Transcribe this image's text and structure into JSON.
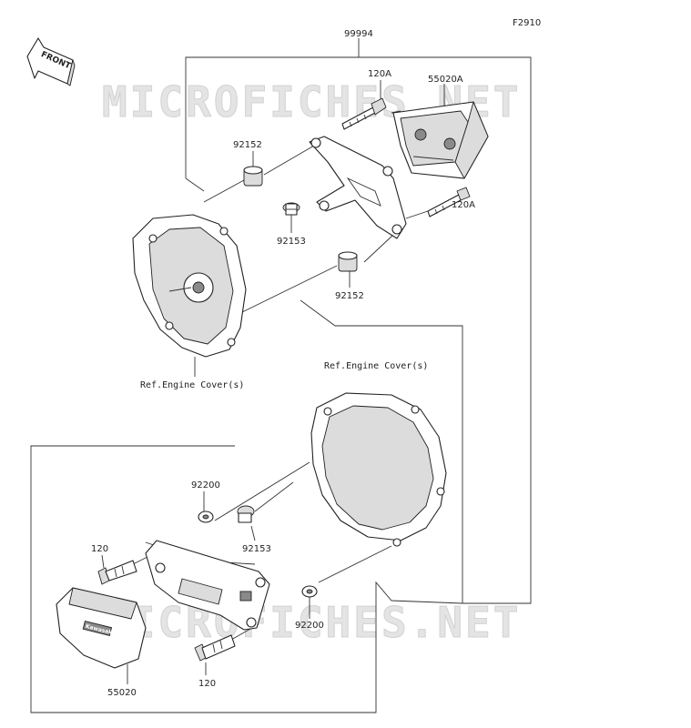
{
  "figure_code": "F2910",
  "front_label": "FRONT",
  "watermark": "MICROFICHES.NET",
  "parts": {
    "kit": "99994",
    "bolt_upper_a": "120A",
    "slider_upper": "55020A",
    "collar_upper": "92152",
    "screw_upper": "92153",
    "bolt_lower_a": "120A",
    "collar_lower": "92152",
    "washer_upper": "92200",
    "screw_lower": "92153",
    "bolt_left": "120",
    "washer_lower": "92200",
    "bolt_bottom": "120",
    "slider_lower": "55020"
  },
  "references": {
    "engine_cover_left": "Ref.Engine Cover(s)",
    "engine_cover_right": "Ref.Engine Cover(s)"
  },
  "slider_brand": "Kawasaki"
}
